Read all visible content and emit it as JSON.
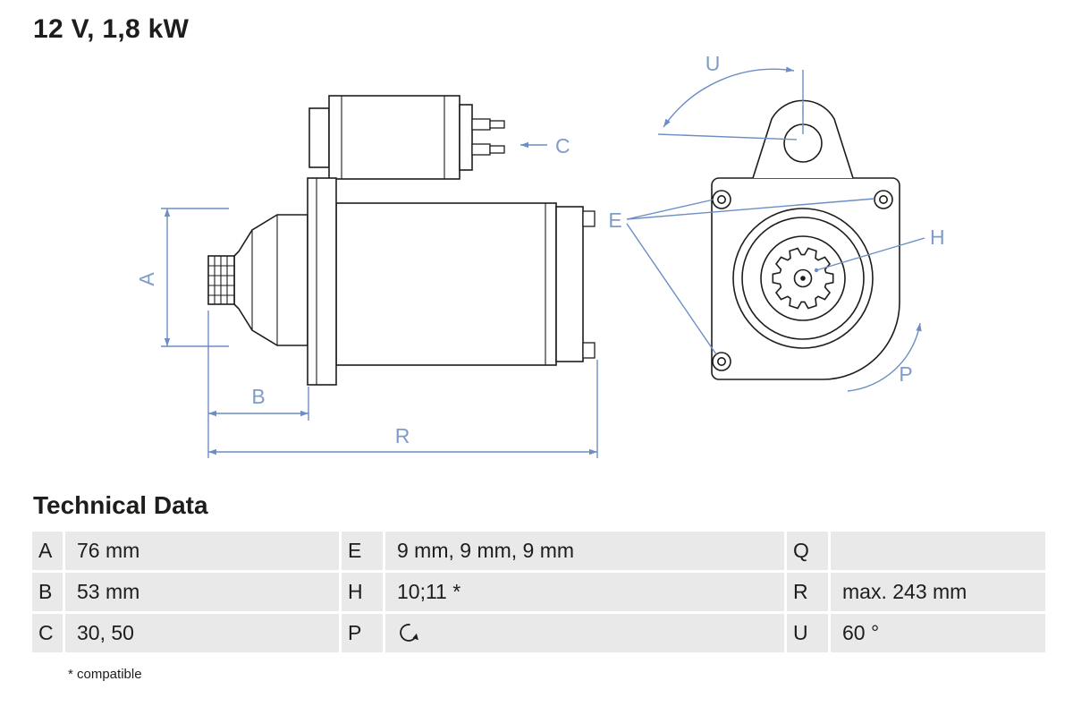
{
  "title": "12 V, 1,8 kW",
  "drawing": {
    "labels": {
      "a": "A",
      "b": "B",
      "c": "C",
      "e": "E",
      "h": "H",
      "p": "P",
      "r": "R",
      "u": "U"
    }
  },
  "table": {
    "heading": "Technical Data",
    "rows": [
      [
        {
          "k": "A",
          "v": "76 mm"
        },
        {
          "k": "E",
          "v": "9 mm, 9 mm, 9 mm"
        },
        {
          "k": "Q",
          "v": ""
        }
      ],
      [
        {
          "k": "B",
          "v": "53 mm"
        },
        {
          "k": "H",
          "v": "10;11 *"
        },
        {
          "k": "R",
          "v": "max. 243 mm"
        }
      ],
      [
        {
          "k": "C",
          "v": "30, 50"
        },
        {
          "k": "P",
          "v": "",
          "icon": "rotation-clockwise-icon"
        },
        {
          "k": "U",
          "v": "60 °"
        }
      ]
    ],
    "footnote": "* compatible"
  },
  "colors": {
    "dimension_blue": "#6b8ec4",
    "label_blue": "#7f9cc9",
    "line_black": "#1d1d1b",
    "cell_gray": "#e9e9e9"
  }
}
